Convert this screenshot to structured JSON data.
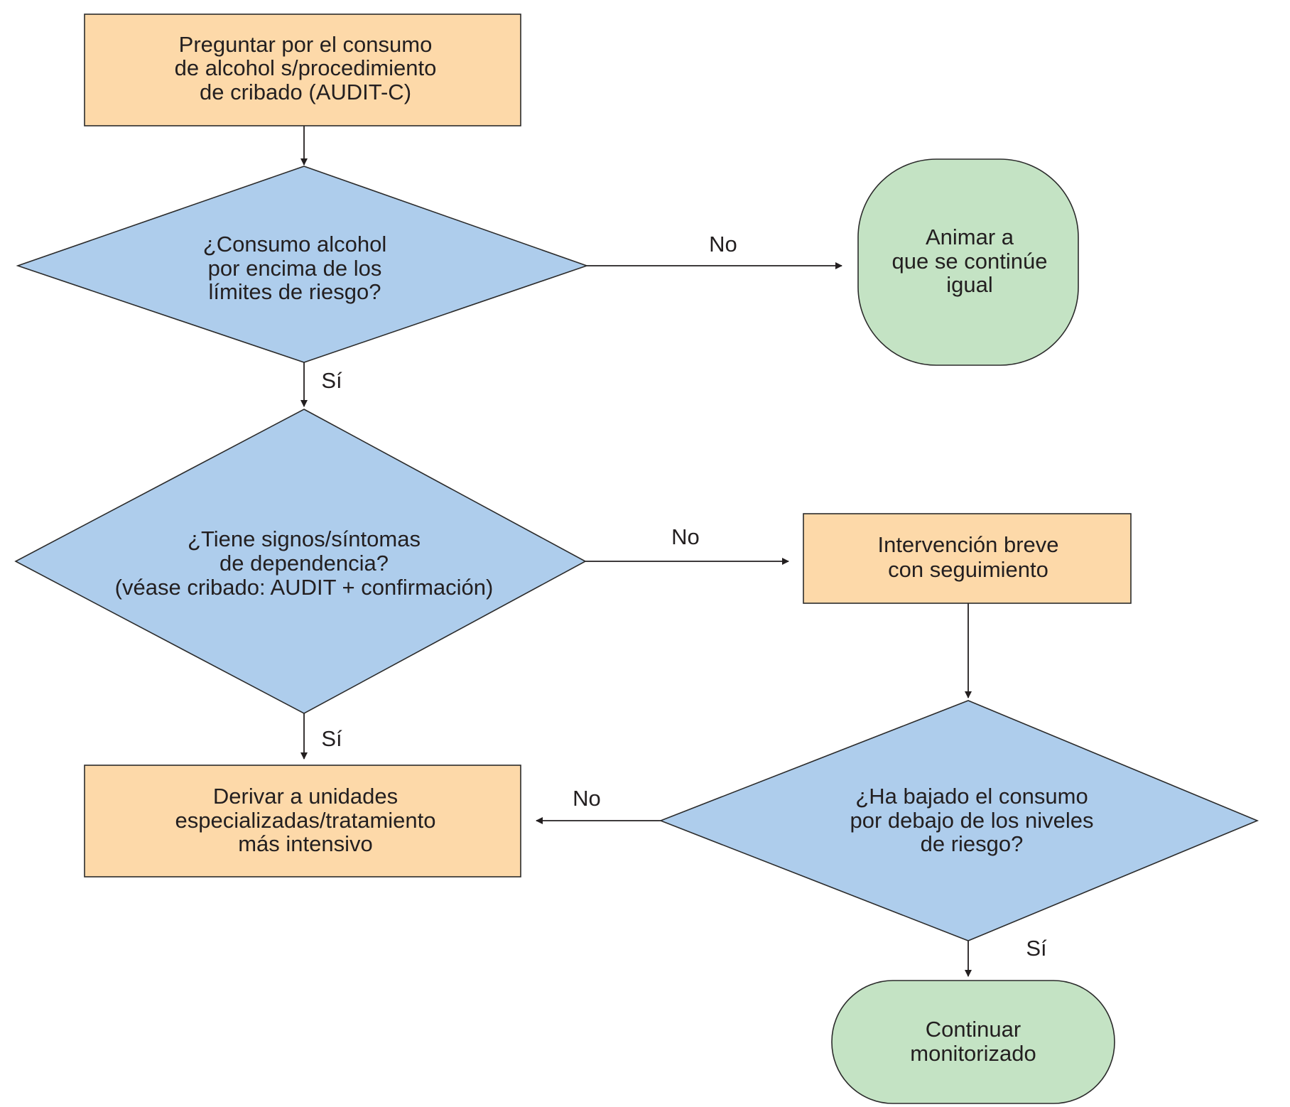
{
  "colors": {
    "process": "#fdd9a9",
    "decision": "#aecdec",
    "terminal": "#c4e3c4",
    "line": "#231f20"
  },
  "nodes": {
    "ask": {
      "lines": [
        "Preguntar por el consumo",
        "de alcohol s/procedimiento",
        "de cribado (AUDIT-C)"
      ]
    },
    "q_limits": {
      "lines": [
        "¿Consumo alcohol",
        "por encima de los",
        "límites de riesgo?"
      ]
    },
    "encourage": {
      "lines": [
        "Animar a",
        "que se continúe",
        "igual"
      ]
    },
    "q_dependence": {
      "lines": [
        "¿Tiene signos/síntomas",
        "de dependencia?",
        "(véase cribado: AUDIT + confirmación)"
      ]
    },
    "brief": {
      "lines": [
        "Intervención breve",
        "con seguimiento"
      ]
    },
    "refer": {
      "lines": [
        "Derivar a unidades",
        "especializadas/tratamiento",
        "más intensivo"
      ]
    },
    "q_reduced": {
      "lines": [
        "¿Ha bajado el consumo",
        "por debajo de los niveles",
        "de riesgo?"
      ]
    },
    "monitor": {
      "lines": [
        "Continuar",
        "monitorizado"
      ]
    }
  },
  "edges": {
    "limits_no": "No",
    "limits_yes": "Sí",
    "dependence_no": "No",
    "dependence_yes": "Sí",
    "reduced_no": "No",
    "reduced_yes": "Sí"
  }
}
